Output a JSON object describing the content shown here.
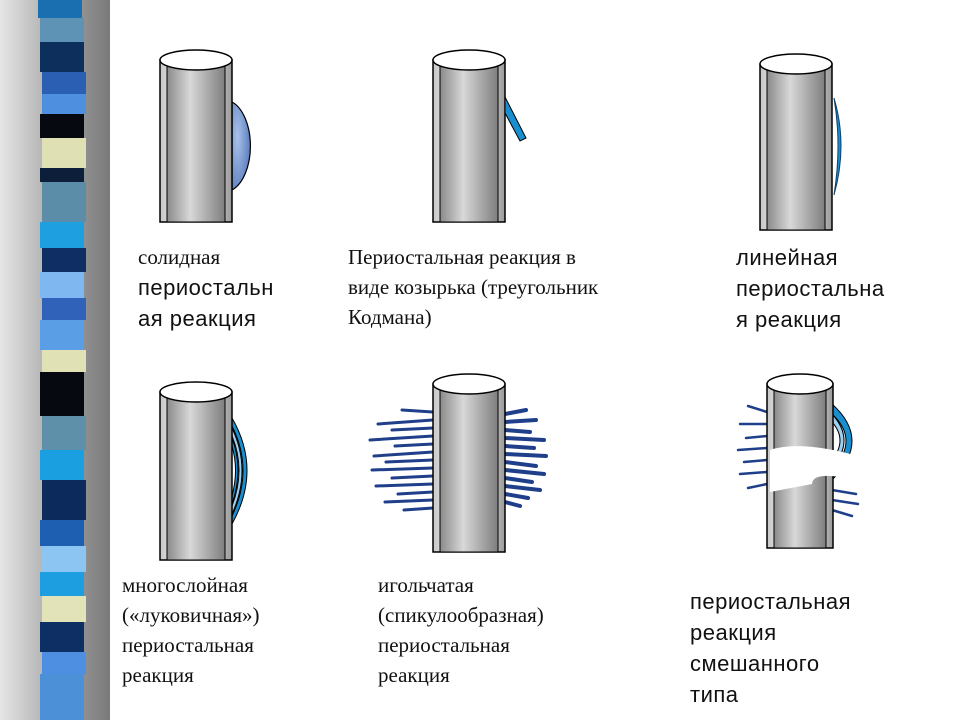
{
  "captions": {
    "solid": [
      "солидная",
      "периостальн",
      "ая реакция"
    ],
    "codman": [
      "Периостальная реакция в",
      "виде козырька (треугольник",
      "Кодмана)"
    ],
    "linear": [
      "линейная",
      "периостальна",
      "я реакция"
    ],
    "onion": [
      "многослойная",
      "(«луковичная»)",
      "периостальная",
      "реакция"
    ],
    "spiculated": [
      "игольчатая",
      "(спикулообразная)",
      "периостальная",
      "реакция"
    ],
    "mixed": [
      "периостальная",
      "реакция",
      "смешанного",
      "типа"
    ]
  },
  "colors": {
    "sidebar_bg": "#9e9e9e",
    "reaction_blue": "#1a8fd0",
    "reaction_light": "#9fd0f0",
    "spicule_navy": "#1f3f8a",
    "solid_fill": "#6f8fc8"
  }
}
